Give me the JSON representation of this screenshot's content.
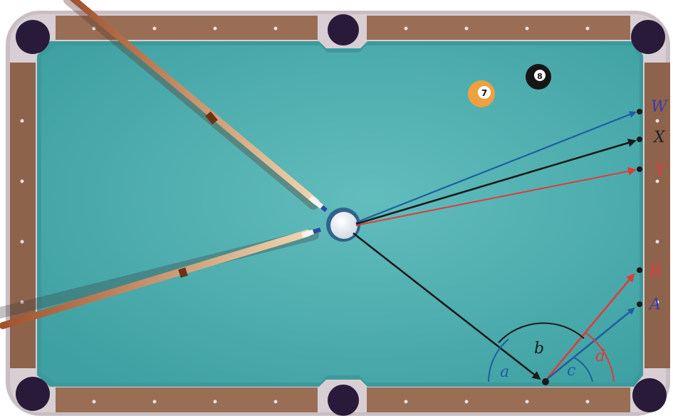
{
  "colors": {
    "felt": "#52b3b3",
    "rail_wood": "#9a6e55",
    "rail_frame": "#c9bec4",
    "pocket": "#2a1a3a",
    "arrow_blue": "#1f5fa0",
    "arrow_black": "#1a1a1a",
    "arrow_red": "#e23a3a"
  },
  "balls": [
    {
      "name": "ball-seven",
      "number": "7",
      "color": "#f0a040"
    },
    {
      "name": "ball-eight",
      "number": "8",
      "color": "#151515"
    },
    {
      "name": "cue-ball",
      "number": "",
      "color": "#ffffff"
    }
  ],
  "labels": {
    "W": "W",
    "X": "X",
    "Y": "Y",
    "B": "B",
    "A": "A",
    "a": "a",
    "b": "b",
    "c": "c",
    "d": "d"
  },
  "label_colors": {
    "W": "#3a3ab0",
    "X": "#222222",
    "Y": "#e23a3a",
    "B": "#e23a3a",
    "A": "#3a3ab0",
    "a": "#1f5fa0",
    "b": "#1a1a1a",
    "c": "#1f5fa0",
    "d": "#e23a3a"
  }
}
